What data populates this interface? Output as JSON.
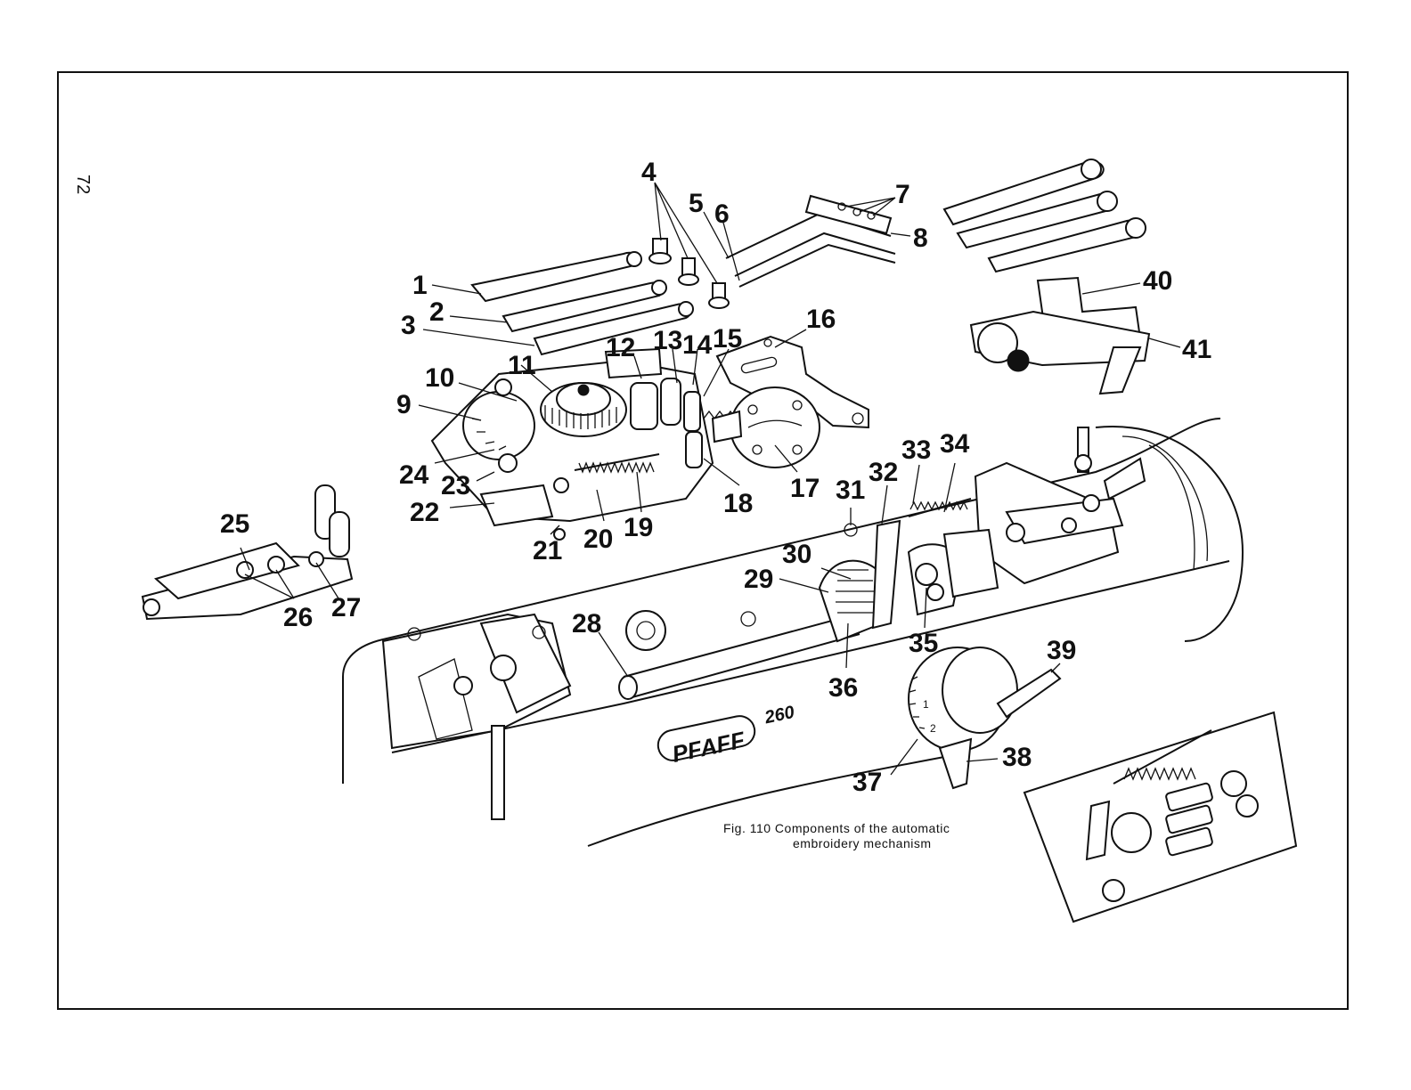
{
  "page_number": "72",
  "caption": {
    "line1": "Fig. 110  Components of the automatic",
    "line2": "embroidery  mechanism"
  },
  "brand": {
    "name": "PFAFF",
    "model": "260"
  },
  "dial_marks": [
    "1",
    "2"
  ],
  "callouts": [
    "1",
    "2",
    "3",
    "4",
    "5",
    "6",
    "7",
    "8",
    "9",
    "10",
    "11",
    "12",
    "13",
    "14",
    "15",
    "16",
    "17",
    "18",
    "19",
    "20",
    "21",
    "22",
    "23",
    "24",
    "25",
    "26",
    "27",
    "28",
    "29",
    "30",
    "31",
    "32",
    "33",
    "34",
    "35",
    "36",
    "37",
    "38",
    "39",
    "40",
    "41"
  ]
}
